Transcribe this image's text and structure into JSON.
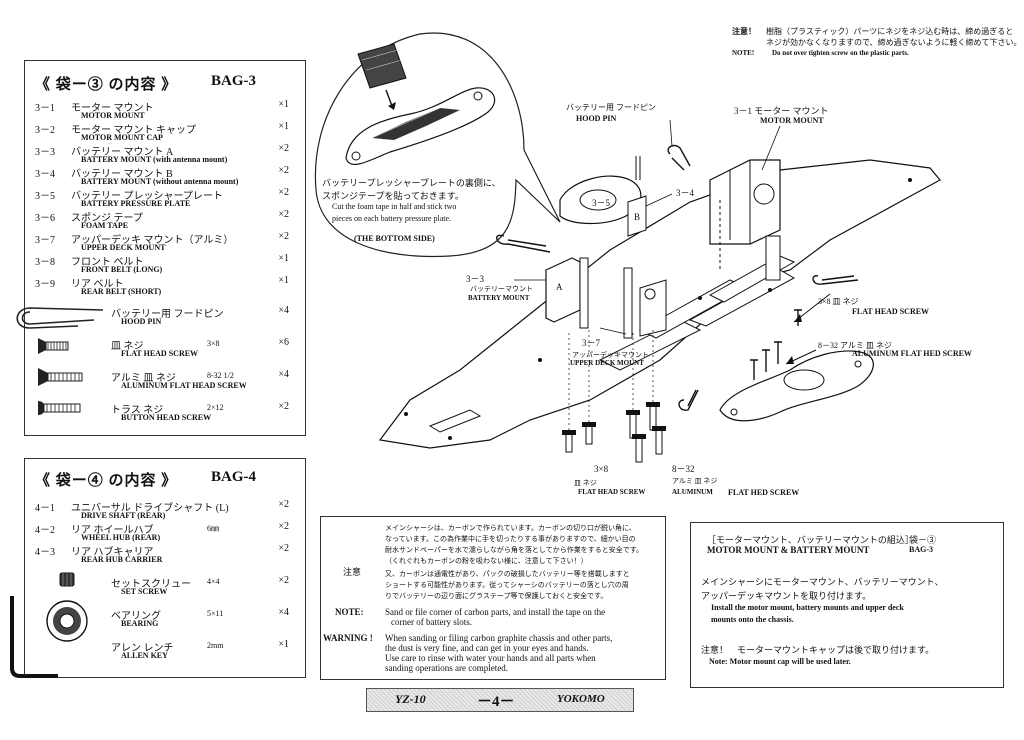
{
  "top_note": {
    "label_jp": "注意！",
    "text_jp_1": "樹脂（プラスティック）パーツにネジをネジ込む時は、締め過ぎると",
    "text_jp_2": "ネジが効かなくなりますので、締め過ぎないように軽く締めて下さい。",
    "label_en": "NOTE!",
    "text_en": "Do not over tighten screw on the plastic parts."
  },
  "bag3": {
    "title": "《 袋ー③ の内容 》",
    "code": "BAG-3",
    "items": [
      {
        "num": "3－1",
        "jp": "モーター マウント",
        "en": "MOTOR MOUNT",
        "qty": "×1"
      },
      {
        "num": "3－2",
        "jp": "モーター マウント キャップ",
        "en": "MOTOR MOUNT CAP",
        "qty": "×1"
      },
      {
        "num": "3－3",
        "jp": "バッテリー マウント A",
        "en": "BATTERY MOUNT (with antenna mount)",
        "qty": "×2"
      },
      {
        "num": "3－4",
        "jp": "バッテリー マウント B",
        "en": "BATTERY MOUNT (without antenna mount)",
        "qty": "×2"
      },
      {
        "num": "3－5",
        "jp": "バッテリー プレッシャープレート",
        "en": "BATTERY PRESSURE PLATE",
        "qty": "×2"
      },
      {
        "num": "3－6",
        "jp": "スポンジ テープ",
        "en": "FOAM TAPE",
        "qty": "×2"
      },
      {
        "num": "3－7",
        "jp": "アッパーデッキ マウント（アルミ）",
        "en": "UPPER DECK MOUNT",
        "qty": "×2"
      },
      {
        "num": "3－8",
        "jp": "フロント ベルト",
        "en": "FRONT BELT (LONG)",
        "qty": "×1"
      },
      {
        "num": "3－9",
        "jp": "リア ベルト",
        "en": "REAR BELT (SHORT)",
        "qty": "×1"
      }
    ],
    "hardware": [
      {
        "jp": "バッテリー用 フードピン",
        "en": "HOOD PIN",
        "size": "",
        "qty": "×4",
        "icon": "hood-pin-icon"
      },
      {
        "jp": "皿 ネジ",
        "en": "FLAT HEAD SCREW",
        "size": "3×8",
        "qty": "×6",
        "icon": "flat-head-screw-icon"
      },
      {
        "jp": "アルミ 皿 ネジ",
        "en": "ALUMINUM FLAT HEAD SCREW",
        "size": "8-32 1/2",
        "qty": "×4",
        "icon": "aluminum-screw-icon"
      },
      {
        "jp": "トラス ネジ",
        "en": "BUTTON HEAD SCREW",
        "size": "2×12",
        "qty": "×2",
        "icon": "button-head-screw-icon"
      }
    ]
  },
  "bag4": {
    "title": "《 袋ー④ の内容 》",
    "code": "BAG-4",
    "items": [
      {
        "num": "4－1",
        "jp": "ユニバーサル ドライブシャフト (L)",
        "en": "DRIVE SHAFT (REAR)",
        "size": "",
        "qty": "×2"
      },
      {
        "num": "4－2",
        "jp": "リア ホイールハブ",
        "en": "WHEEL HUB (REAR)",
        "size": "6㎜",
        "qty": "×2"
      },
      {
        "num": "4－3",
        "jp": "リア ハブキャリア",
        "en": "REAR HUB CARRIER",
        "size": "",
        "qty": "×2"
      }
    ],
    "hardware": [
      {
        "jp": "セットスクリュー",
        "en": "SET SCREW",
        "size": "4×4",
        "qty": "×2",
        "icon": "set-screw-icon"
      },
      {
        "jp": "ベアリング",
        "en": "BEARING",
        "size": "5×11",
        "qty": "×4",
        "icon": "bearing-icon"
      },
      {
        "jp": "アレン レンチ",
        "en": "ALLEN KEY",
        "size": "2mm",
        "qty": "×1",
        "icon": "allen-key-icon"
      }
    ]
  },
  "diagram": {
    "bubble_jp_1": "バッテリープレッシャープレートの裏側に、",
    "bubble_jp_2": "スポンジテープを貼っておきます。",
    "bubble_en_1": "Cut the foam tape in half and stick two",
    "bubble_en_2": "pieces on each battery pressure plate.",
    "bubble_side": "(THE BOTTOM SIDE)",
    "hood_pin_jp": "バッテリー用 フードピン",
    "hood_pin_en": "HOOD PIN",
    "motor_mount_jp": "3－1 モーター マウント",
    "motor_mount_en": "MOTOR MOUNT",
    "c34": "3－4",
    "c35": "3－5",
    "label_b": "B",
    "label_a": "A",
    "c33": "3－3",
    "c33_jp": "バッテリーマウント",
    "c33_en": "BATTERY MOUNT",
    "c37": "3－7",
    "c37_jp": "アッパーデッキマウント",
    "c37_en": "UPPER DECK MOUNT",
    "fh_size_r": "3×8 皿 ネジ",
    "fh_en_r": "FLAT HEAD SCREW",
    "al_size_r": "8－32 アルミ 皿 ネジ",
    "al_en_r": "ALUMINUM FLAT HED SCREW",
    "fh_size_b": "3×8",
    "fh_jp_b": "皿 ネジ",
    "fh_en_b": "FLAT HEAD SCREW",
    "al_size_b": "8－32",
    "al_jp_b": "アルミ 皿 ネジ",
    "al_en_b": "ALUMINUM",
    "al_en_b2": "FLAT HED SCREW"
  },
  "warning": {
    "caution_label": "注意",
    "caution_jp_1": "メインシャーシは、カーボンで作られています。カーボンの切り口が鋭い角に、",
    "caution_jp_2": "なっています。この為作業中に手を切ったりする事がありますので、細かい目の",
    "caution_jp_3": "耐水サンドペーパーを水で濡らしながら角を落としてから作業をすると安全です。",
    "caution_jp_4": "（くれぐれもカーボンの粉を吸わない様に、注意して下さい！）",
    "caution2_jp_1": "又、カーボンは通電性があり、パックの破損したバッテリー等を搭載しますと",
    "caution2_jp_2": "ショートする可能性があります。従ってシャーシのバッテリーの落とし穴の周",
    "caution2_jp_3": "りでバッテリーの辺り面にグラステープ等で保護しておくと安全です。",
    "note_label": "NOTE:",
    "note_text_1": "Sand or file corner of carbon parts, and install the tape on the",
    "note_text_2": "corner of battery slots.",
    "warning_label": "WARNING !",
    "warning_text_1": "When sanding or filing carbon graphite chassis and other parts,",
    "warning_text_2": "the dust is very fine, and can get in your eyes and hands.",
    "warning_text_3": "Use care to rinse with water your hands and all parts when",
    "warning_text_4": "sanding operations are completed."
  },
  "assembly": {
    "title_jp": "［モーターマウント、バッテリーマウントの組込］",
    "bag_jp": "袋－③",
    "title_en": "MOTOR MOUNT & BATTERY MOUNT",
    "bag_en": "BAG-3",
    "instr_jp_1": "メインシャーシにモーターマウント、バッテリーマウント、",
    "instr_jp_2": "アッパーデッキマウントを取り付けます。",
    "instr_en_1": "Install the motor mount, battery mounts and upper deck",
    "instr_en_2": "mounts onto the chassis.",
    "note_jp": "注意！　モーターマウントキャップは後で取り付けます。",
    "note_en": "Note:  Motor mount cap will be used later."
  },
  "footer": {
    "model": "YZ-10",
    "page": "－4－",
    "brand": "YOKOMO"
  }
}
